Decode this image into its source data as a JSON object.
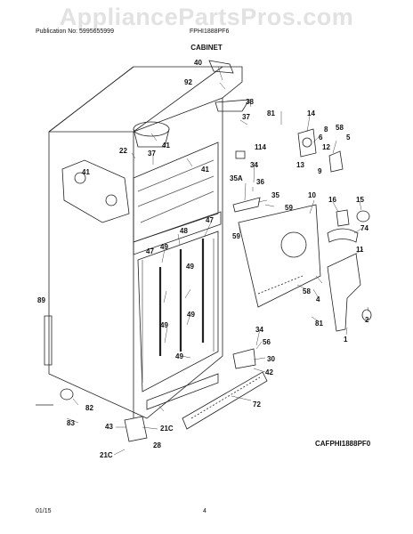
{
  "watermark": "AppliancePartsPros.com",
  "header": {
    "publication": "Publication No: 5995655999",
    "model": "FPHI1888PF6"
  },
  "title": "CABINET",
  "diagram_code": "CAFPHI1888PF0",
  "footer": {
    "date": "01/15",
    "page": "4"
  },
  "callouts": [
    "40",
    "92",
    "38",
    "37",
    "81",
    "14",
    "58",
    "5",
    "8",
    "6",
    "12",
    "13",
    "9",
    "114",
    "41",
    "22",
    "41",
    "37",
    "41",
    "34",
    "36",
    "35A",
    "35",
    "59",
    "10",
    "16",
    "15",
    "74",
    "11",
    "59",
    "48",
    "47",
    "47",
    "49",
    "49",
    "49",
    "49",
    "58",
    "4",
    "2",
    "1",
    "81",
    "89",
    "34",
    "56",
    "30",
    "42",
    "49",
    "82",
    "83",
    "43",
    "21C",
    "28",
    "72",
    "21C"
  ]
}
